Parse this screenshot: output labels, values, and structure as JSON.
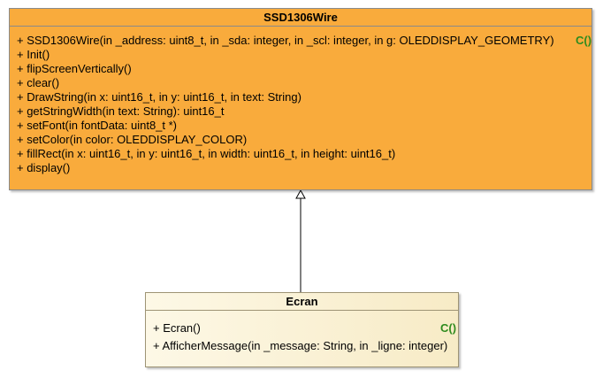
{
  "parent_class": {
    "name": "SSD1306Wire",
    "operations": [
      "+ SSD1306Wire(in _address: uint8_t, in _sda: integer, in _scl: integer, in g: OLEDDISPLAY_GEOMETRY)",
      "+ Init()",
      "+ flipScreenVertically()",
      "+ clear()",
      "+ DrawString(in x: uint16_t, in y: uint16_t, in text: String)",
      "+ getStringWidth(in text: String): uint16_t",
      "+ setFont(in fontData: uint8_t *)",
      "+ setColor(in color: OLEDDISPLAY_COLOR)",
      "+ fillRect(in x: uint16_t, in y: uint16_t, in width: uint16_t, in height: uint16_t)",
      "+ display()"
    ],
    "constructor_badge": "C()",
    "color": "#f9ab3c"
  },
  "child_class": {
    "name": "Ecran",
    "operations": [
      "+ Ecran()",
      "+ AfficherMessage(in _message: String, in _ligne: integer)"
    ],
    "constructor_badge": "C()",
    "color": "#fbf2d6"
  },
  "relationship": {
    "type": "generalization",
    "from": "Ecran",
    "to": "SSD1306Wire"
  }
}
